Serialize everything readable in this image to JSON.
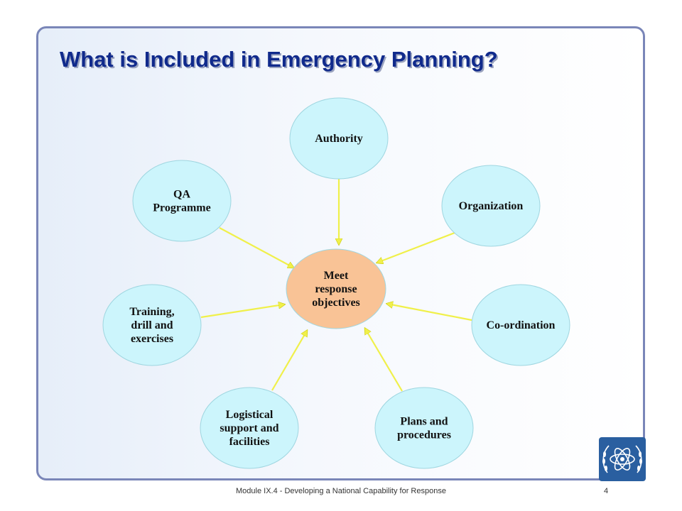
{
  "title": "What is Included in Emergency Planning?",
  "center": {
    "lines": [
      "Meet",
      "response",
      "objectives"
    ],
    "fill": "#f9c396"
  },
  "nodes": [
    {
      "id": "authority",
      "lines": [
        "Authority"
      ]
    },
    {
      "id": "organization",
      "lines": [
        "Organization"
      ]
    },
    {
      "id": "coordination",
      "lines": [
        "Co-ordination"
      ]
    },
    {
      "id": "plans",
      "lines": [
        "Plans and",
        "procedures"
      ]
    },
    {
      "id": "logistical",
      "lines": [
        "Logistical",
        "support and",
        "facilities"
      ]
    },
    {
      "id": "training",
      "lines": [
        "Training,",
        "drill  and",
        "exercises"
      ]
    },
    {
      "id": "qa",
      "lines": [
        "QA",
        "Programme"
      ]
    }
  ],
  "colors": {
    "node_fill": "#ccf5fc",
    "arrow": "#f0f04a",
    "title": "#102a8c",
    "frame": "#7a86b8"
  },
  "footer": "Module IX.4 - Developing a National Capability for Response",
  "page_number": "4",
  "logo": {
    "icon": "iaea-atom-laurel-icon"
  }
}
